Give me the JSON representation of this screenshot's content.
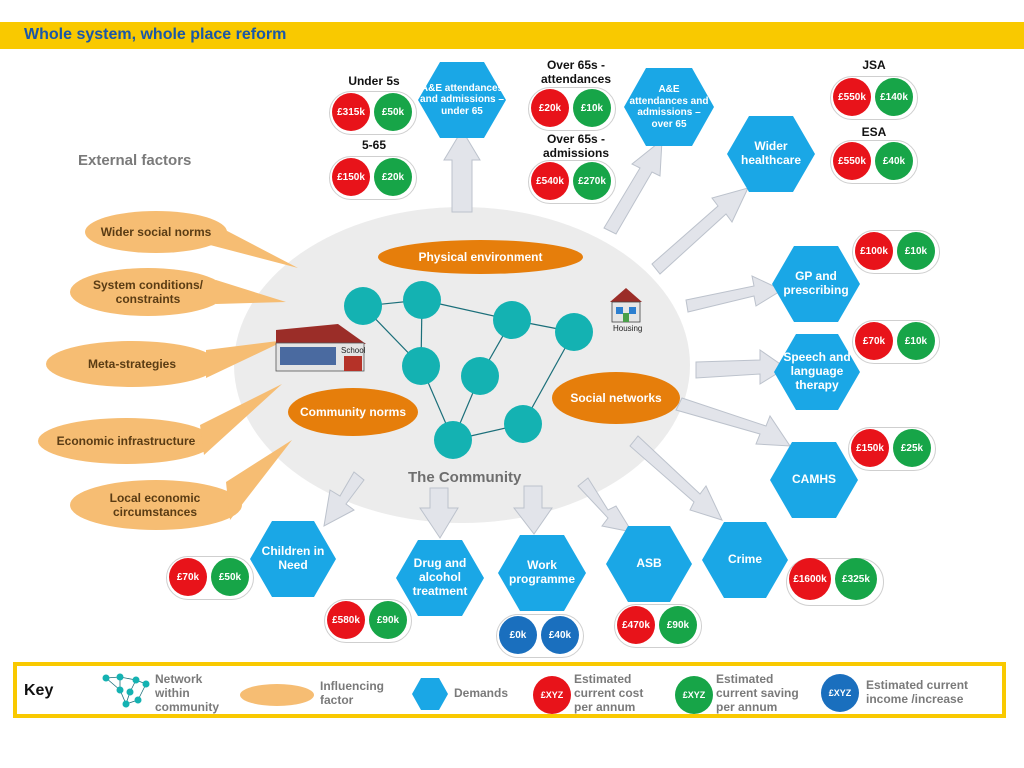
{
  "title": "Whole system, whole place reform",
  "external_factors_label": "External factors",
  "community_label": "The Community",
  "influencing_factors": [
    "Wider social norms",
    "System conditions/ constraints",
    "Meta-strategies",
    "Economic infrastructure",
    "Local economic circumstances"
  ],
  "community_elements": {
    "physical_environment": "Physical environment",
    "community_norms": "Community norms",
    "social_networks": "Social networks",
    "school": "School",
    "housing": "Housing"
  },
  "demands": {
    "ae_under65": "A&E attendances and admissions – under 65",
    "ae_over65": "A&E attendances and admissions – over 65",
    "wider_healthcare": "Wider healthcare",
    "gp": "GP and prescribing",
    "speech": "Speech and language therapy",
    "camhs": "CAMHS",
    "crime": "Crime",
    "asb": "ASB",
    "work": "Work programme",
    "drug": "Drug and alcohol treatment",
    "children": "Children in Need"
  },
  "group_labels": {
    "under5": "Under 5s",
    "age565": "5-65",
    "over65_att": "Over 65s - attendances",
    "over65_adm": "Over 65s - admissions",
    "jsa": "JSA",
    "esa": "ESA"
  },
  "values": {
    "under5": [
      "£315k",
      "£50k"
    ],
    "age565": [
      "£150k",
      "£20k"
    ],
    "over65_att": [
      "£20k",
      "£10k"
    ],
    "over65_adm": [
      "£540k",
      "£270k"
    ],
    "jsa": [
      "£550k",
      "£140k"
    ],
    "esa": [
      "£550k",
      "£40k"
    ],
    "gp": [
      "£100k",
      "£10k"
    ],
    "speech": [
      "£70k",
      "£10k"
    ],
    "camhs": [
      "£150k",
      "£25k"
    ],
    "crime": [
      "£1600k",
      "£325k"
    ],
    "asb": [
      "£470k",
      "£90k"
    ],
    "work": [
      "£0k",
      "£40k"
    ],
    "drug": [
      "£580k",
      "£90k"
    ],
    "children": [
      "£70k",
      "£50k"
    ]
  },
  "key": {
    "title": "Key",
    "network": "Network within community",
    "influencing": "Influencing factor",
    "demands": "Demands",
    "cost_symbol": "£XYZ",
    "cost": "Estimated current cost per annum",
    "saving_symbol": "£XYZ",
    "saving": "Estimated current saving per annum",
    "income_symbol": "£XYZ",
    "income": "Estimated current income /increase"
  },
  "colors": {
    "title_bar": "#f9c900",
    "title_text": "#1a57a8",
    "hexagon": "#1aa7e6",
    "cost": "#e8131a",
    "saving": "#17a548",
    "income": "#1a6fbe",
    "community_element": "#e67e0b",
    "influencing_factor": "#f6bd73",
    "network_node": "#14b2b2"
  }
}
